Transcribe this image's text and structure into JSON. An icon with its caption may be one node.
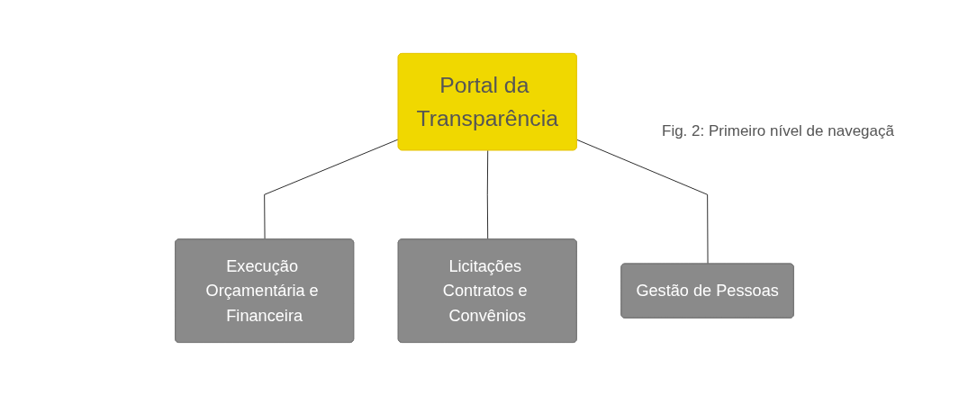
{
  "diagram": {
    "caption": "Fig. 2: Primeiro nível de navegaçã",
    "nodes": [
      {
        "text": [
          "Portal da Transparência"
        ]
      },
      {
        "text": [
          "Execução Orçamentária e Financeira"
        ]
      },
      {
        "text": [
          "Licitações Contratos e Convênios"
        ]
      },
      {
        "text": [
          "Gestão de Pessoas"
        ]
      }
    ],
    "edges": [
      {
        "from": 0,
        "to": 1,
        "arrow": "none"
      },
      {
        "from": 0,
        "to": 2,
        "arrow": "none"
      },
      {
        "from": 0,
        "to": 3,
        "arrow": "none"
      }
    ]
  }
}
